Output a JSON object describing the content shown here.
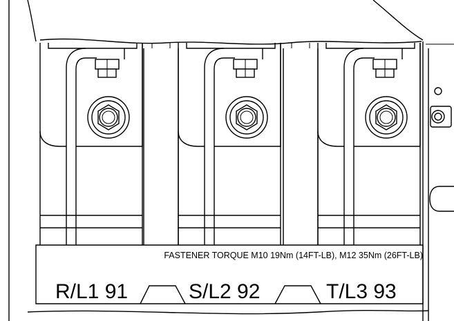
{
  "torque_note": "FASTENER TORQUE M10 19Nm (14FT-LB), M12 35Nm (26FT-LB)",
  "terminals": [
    {
      "label": "R/L1 91"
    },
    {
      "label": "S/L2 92"
    },
    {
      "label": "T/L3 93"
    }
  ],
  "colors": {
    "line": "#000000",
    "background": "#ffffff"
  }
}
